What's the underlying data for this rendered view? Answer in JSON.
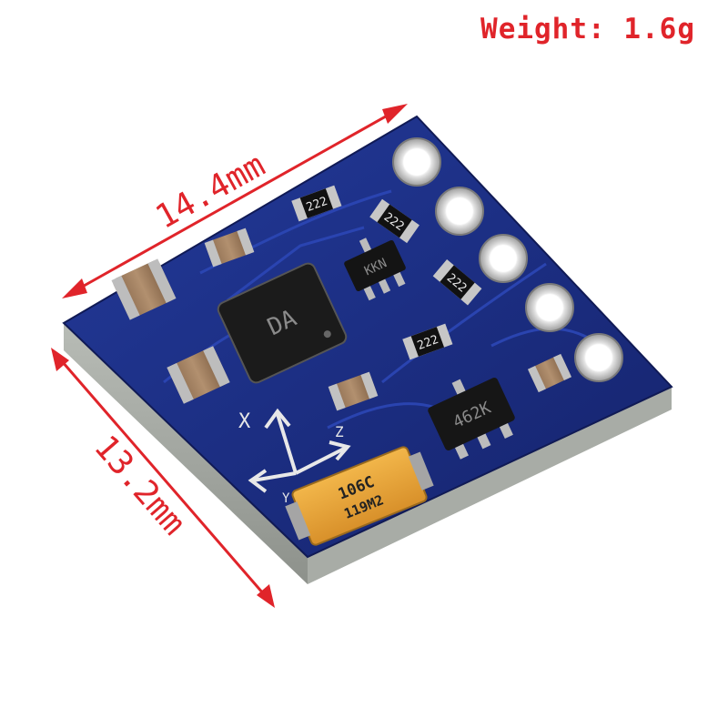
{
  "weight_label": "Weight: 1.6g",
  "dimensions": {
    "width_label": "14.4mm",
    "height_label": "13.2mm"
  },
  "silkscreen": {
    "axis_x": "X",
    "axis_y": "Y",
    "axis_z": "Z"
  },
  "resistor_marking": "222",
  "capacitor_marking": "106C",
  "capacitor_code": "119M2",
  "sensor_chip_marking": "DA",
  "regulator_marking": "462K",
  "transistor_marking": "KKN",
  "colors": {
    "pcb": "#1d2f86",
    "dimension_red": "#e0242a",
    "pad_silver": "#b9b9b9"
  }
}
